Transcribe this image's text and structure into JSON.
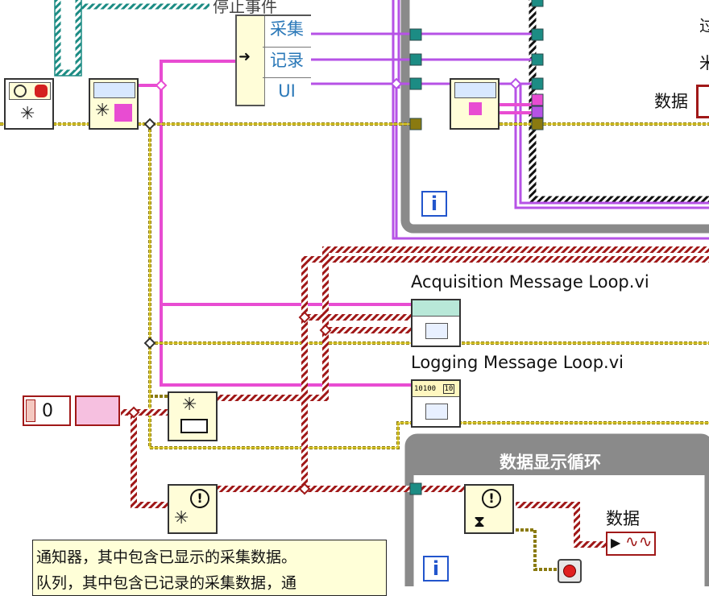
{
  "cluster": {
    "title": "停止事件",
    "items": [
      "采集",
      "记录",
      "UI"
    ]
  },
  "top_right": {
    "text_a": "过",
    "text_b": "米",
    "data_label": "数据"
  },
  "subvis": {
    "acquisition_label": "Acquisition Message Loop.vi",
    "logging_label": "Logging Message Loop.vi",
    "logging_icon_text": "10100",
    "logging_icon_digits": "10"
  },
  "numeric": {
    "value": "0"
  },
  "data_loop": {
    "title": "数据显示循环",
    "indicator_label": "数据"
  },
  "comment": {
    "line1": "通知器，其中包含已显示的采集数据。",
    "line2": "队列，其中包含已记录的采集数据，通"
  },
  "loop_iteration": {
    "symbol": "i"
  },
  "icons": {
    "sparkle": "✳",
    "exclamation": "!",
    "arrow": "➜",
    "play": "▶",
    "hourglass": "⧗"
  }
}
